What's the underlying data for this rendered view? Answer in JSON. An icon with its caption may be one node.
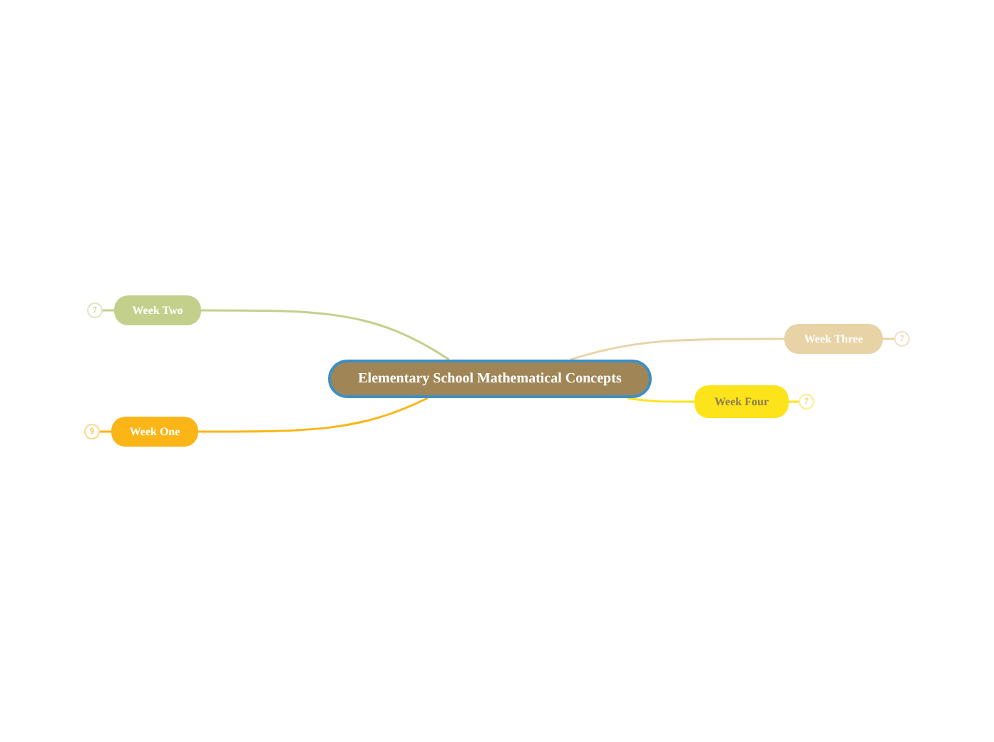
{
  "diagram": {
    "nodes": [
      {
        "text": [
          "Elementary School Mathematical Concepts"
        ]
      },
      {
        "text": [
          "Week Two"
        ]
      },
      {
        "text": [
          "Week Three"
        ]
      },
      {
        "text": [
          "Week Four"
        ]
      },
      {
        "text": [
          "Week One"
        ]
      },
      {
        "text": [
          "7"
        ]
      },
      {
        "text": [
          "7"
        ]
      },
      {
        "text": [
          "7"
        ]
      },
      {
        "text": [
          "9"
        ]
      }
    ],
    "edges": [
      {
        "from": 0,
        "to": 1,
        "arrow": "none",
        "color": "#c3d08b"
      },
      {
        "from": 0,
        "to": 2,
        "arrow": "none",
        "color": "#e8d3a6"
      },
      {
        "from": 0,
        "to": 3,
        "arrow": "none",
        "color": "#fde31a"
      },
      {
        "from": 0,
        "to": 4,
        "arrow": "none",
        "color": "#fbb516"
      },
      {
        "from": 1,
        "to": 5,
        "arrow": "none",
        "color": "#c3d08b"
      },
      {
        "from": 2,
        "to": 6,
        "arrow": "none",
        "color": "#e8d3a6"
      },
      {
        "from": 3,
        "to": 7,
        "arrow": "none",
        "color": "#fde31a"
      },
      {
        "from": 4,
        "to": 8,
        "arrow": "none",
        "color": "#fbb516"
      }
    ]
  }
}
